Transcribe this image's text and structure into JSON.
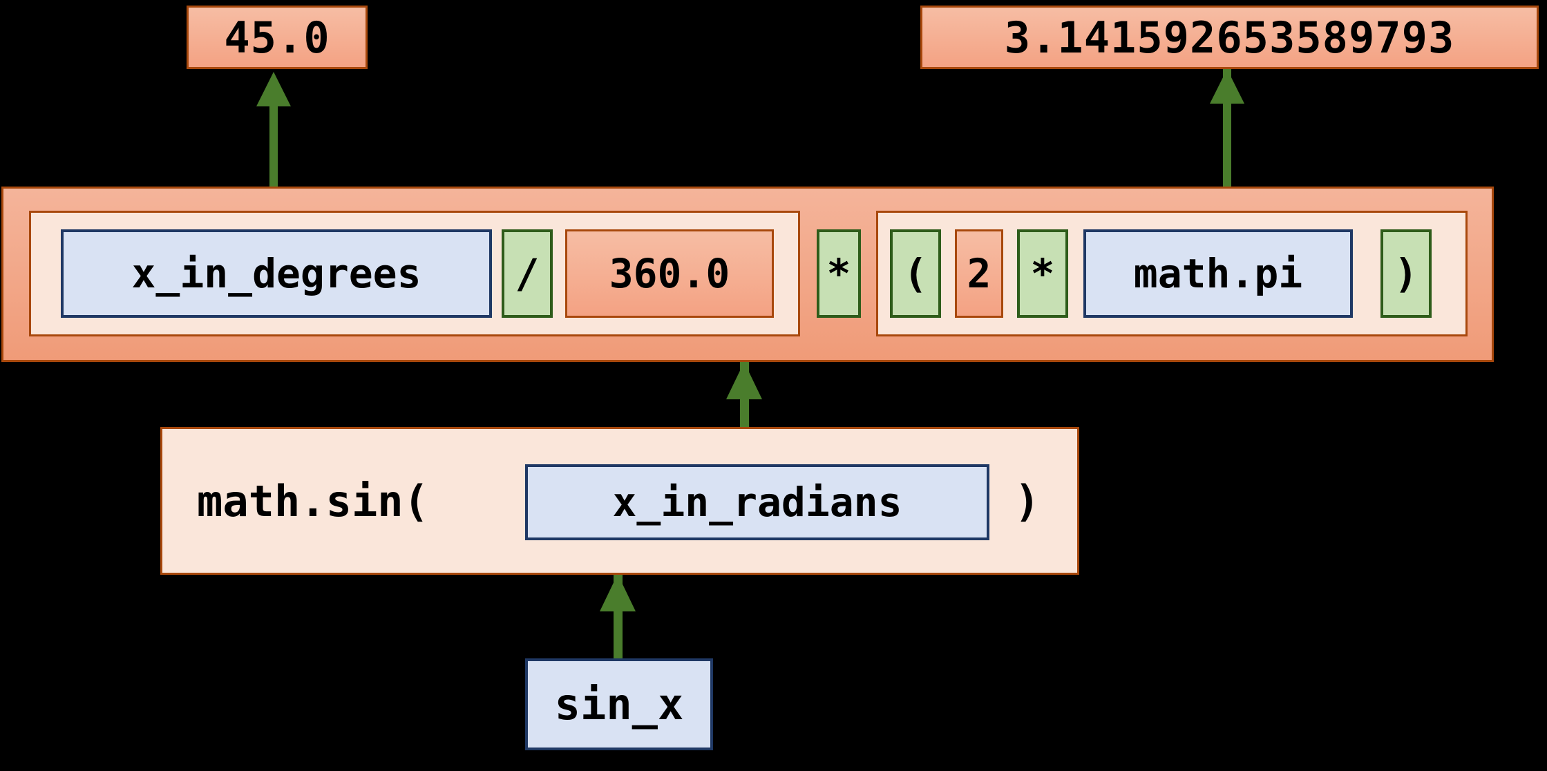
{
  "diagram": {
    "kind": "python-expression-evaluation-tree",
    "background_color": "#000000",
    "palette": {
      "value_fill_top": "#f6bda4",
      "value_fill_bottom": "#f4a283",
      "value_border": "#a8480c",
      "band_fill_top": "#f4b49a",
      "band_fill_bottom": "#f09b78",
      "group_fill": "#fae6da",
      "variable_fill": "#d9e2f3",
      "variable_border": "#1f3864",
      "operator_fill": "#c7e0b4",
      "operator_border": "#2e5c1a",
      "arrow_color": "#4a7d2c",
      "text_color": "#000000"
    }
  },
  "values": {
    "degrees_value": "45.0",
    "pi_value": "3.141592653589793"
  },
  "radians_expression": {
    "group_one": {
      "variable": "x_in_degrees",
      "operator": "/",
      "literal": "360.0"
    },
    "band_operator": "*",
    "group_two": {
      "open_paren": "(",
      "literal": "2",
      "operator": "*",
      "variable": "math.pi",
      "close_paren": ")"
    }
  },
  "sin_expression": {
    "call_prefix": "math.sin(",
    "argument": "x_in_radians",
    "call_suffix": ")"
  },
  "result": {
    "variable": "sin_x"
  },
  "arrows": [
    {
      "name": "degrees-value-arrow",
      "from": "x_in_degrees",
      "to": "45.0"
    },
    {
      "name": "pi-value-arrow",
      "from": "math.pi",
      "to": "3.141592653589793"
    },
    {
      "name": "radians-arrow",
      "from": "x_in_radians",
      "to": "radians-expression"
    },
    {
      "name": "sin-result-arrow",
      "from": "sin_x",
      "to": "sin-expression"
    }
  ]
}
